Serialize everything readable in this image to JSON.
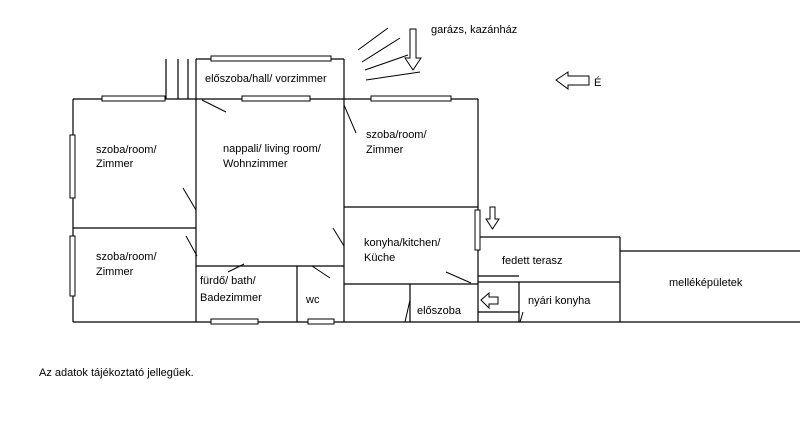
{
  "rooms": {
    "hall": "előszoba/hall/ vorzimmer",
    "room_top_left_1": "szoba/room/",
    "room_top_left_2": "Zimmer",
    "room_bottom_left_1": "szoba/room/",
    "room_bottom_left_2": "Zimmer",
    "living_1": "nappali/ living room/",
    "living_2": "Wohnzimmer",
    "room_right_1": "szoba/room/",
    "room_right_2": "Zimmer",
    "kitchen_1": "konyha/kitchen/",
    "kitchen_2": "Küche",
    "bath_1": "fürdő/ bath/",
    "bath_2": "Badezimmer",
    "wc": "wc",
    "entry": "előszoba",
    "terrace": "fedett terasz",
    "summer_kitchen": "nyári konyha",
    "outbuildings": "melléképületek",
    "garage": "garázs, kazánház",
    "north": "É"
  },
  "note": "Az adatok tájékoztató jellegűek."
}
